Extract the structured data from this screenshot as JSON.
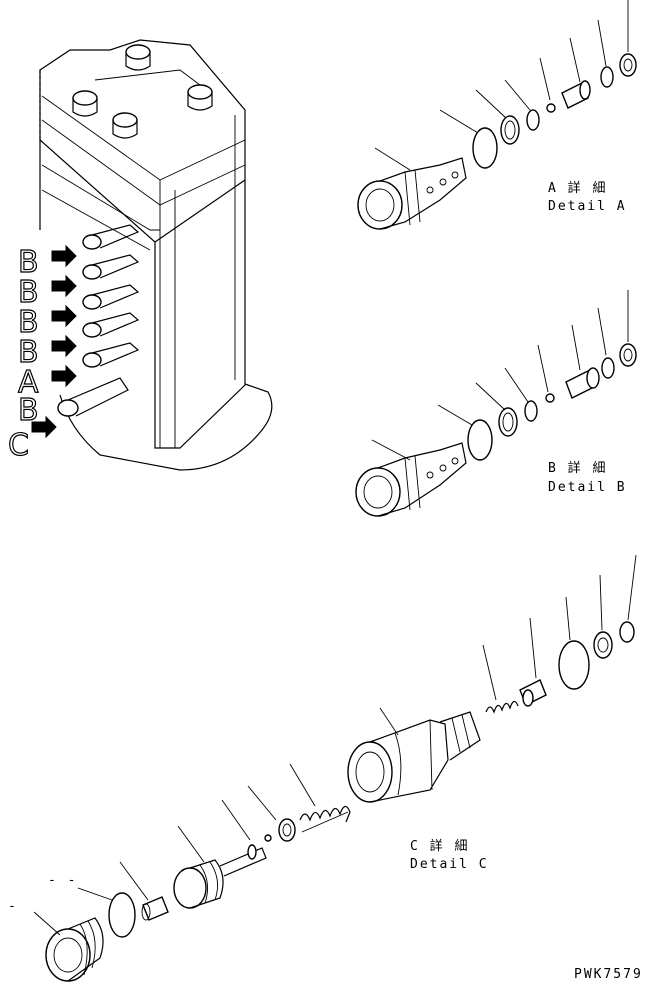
{
  "drawing_code": "PWK7579",
  "callouts": {
    "left_labels": [
      "B",
      "B",
      "B",
      "B",
      "A",
      "B",
      "C"
    ]
  },
  "details": [
    {
      "id": "A",
      "jp": "A 詳 細",
      "en": "Detail A"
    },
    {
      "id": "B",
      "jp": "B 詳 細",
      "en": "Detail B"
    },
    {
      "id": "C",
      "jp": "C 詳 細",
      "en": "Detail C"
    }
  ],
  "misc_marks": {
    "dash1": "-",
    "dash2": "- -"
  }
}
